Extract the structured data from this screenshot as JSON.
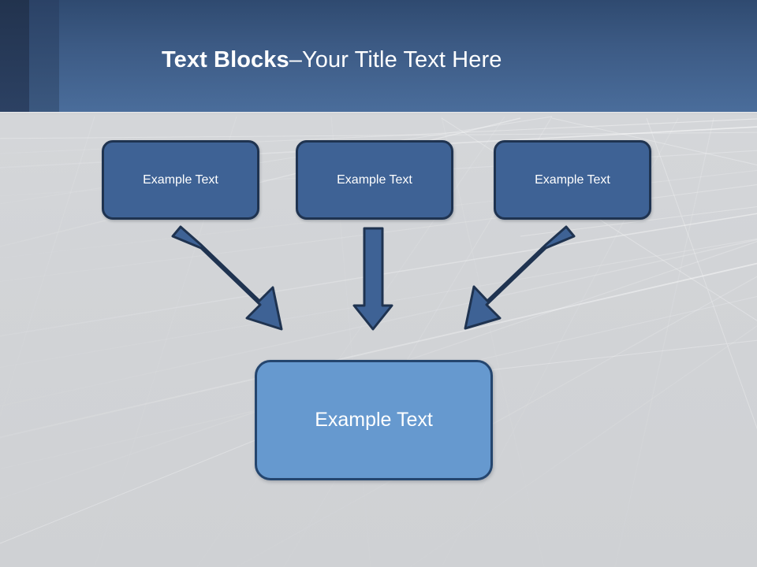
{
  "slide": {
    "title_strong": "Text Blocks",
    "title_separator": " – ",
    "title_rest": "Your Title Text Here",
    "background_color": "#d2d4d7",
    "header_color": "#3c5a84",
    "accent_color": "#3e6295",
    "result_color": "#6699cf",
    "border_color": "#1f3350"
  },
  "diagram": {
    "top_boxes": [
      {
        "label": "Example Text"
      },
      {
        "label": "Example Text"
      },
      {
        "label": "Example Text"
      }
    ],
    "arrows": [
      {
        "name": "arrow-diagonal-down-right",
        "direction": "down-right"
      },
      {
        "name": "arrow-down",
        "direction": "down"
      },
      {
        "name": "arrow-diagonal-down-left",
        "direction": "down-left"
      }
    ],
    "result_box": {
      "label": "Example Text"
    }
  }
}
